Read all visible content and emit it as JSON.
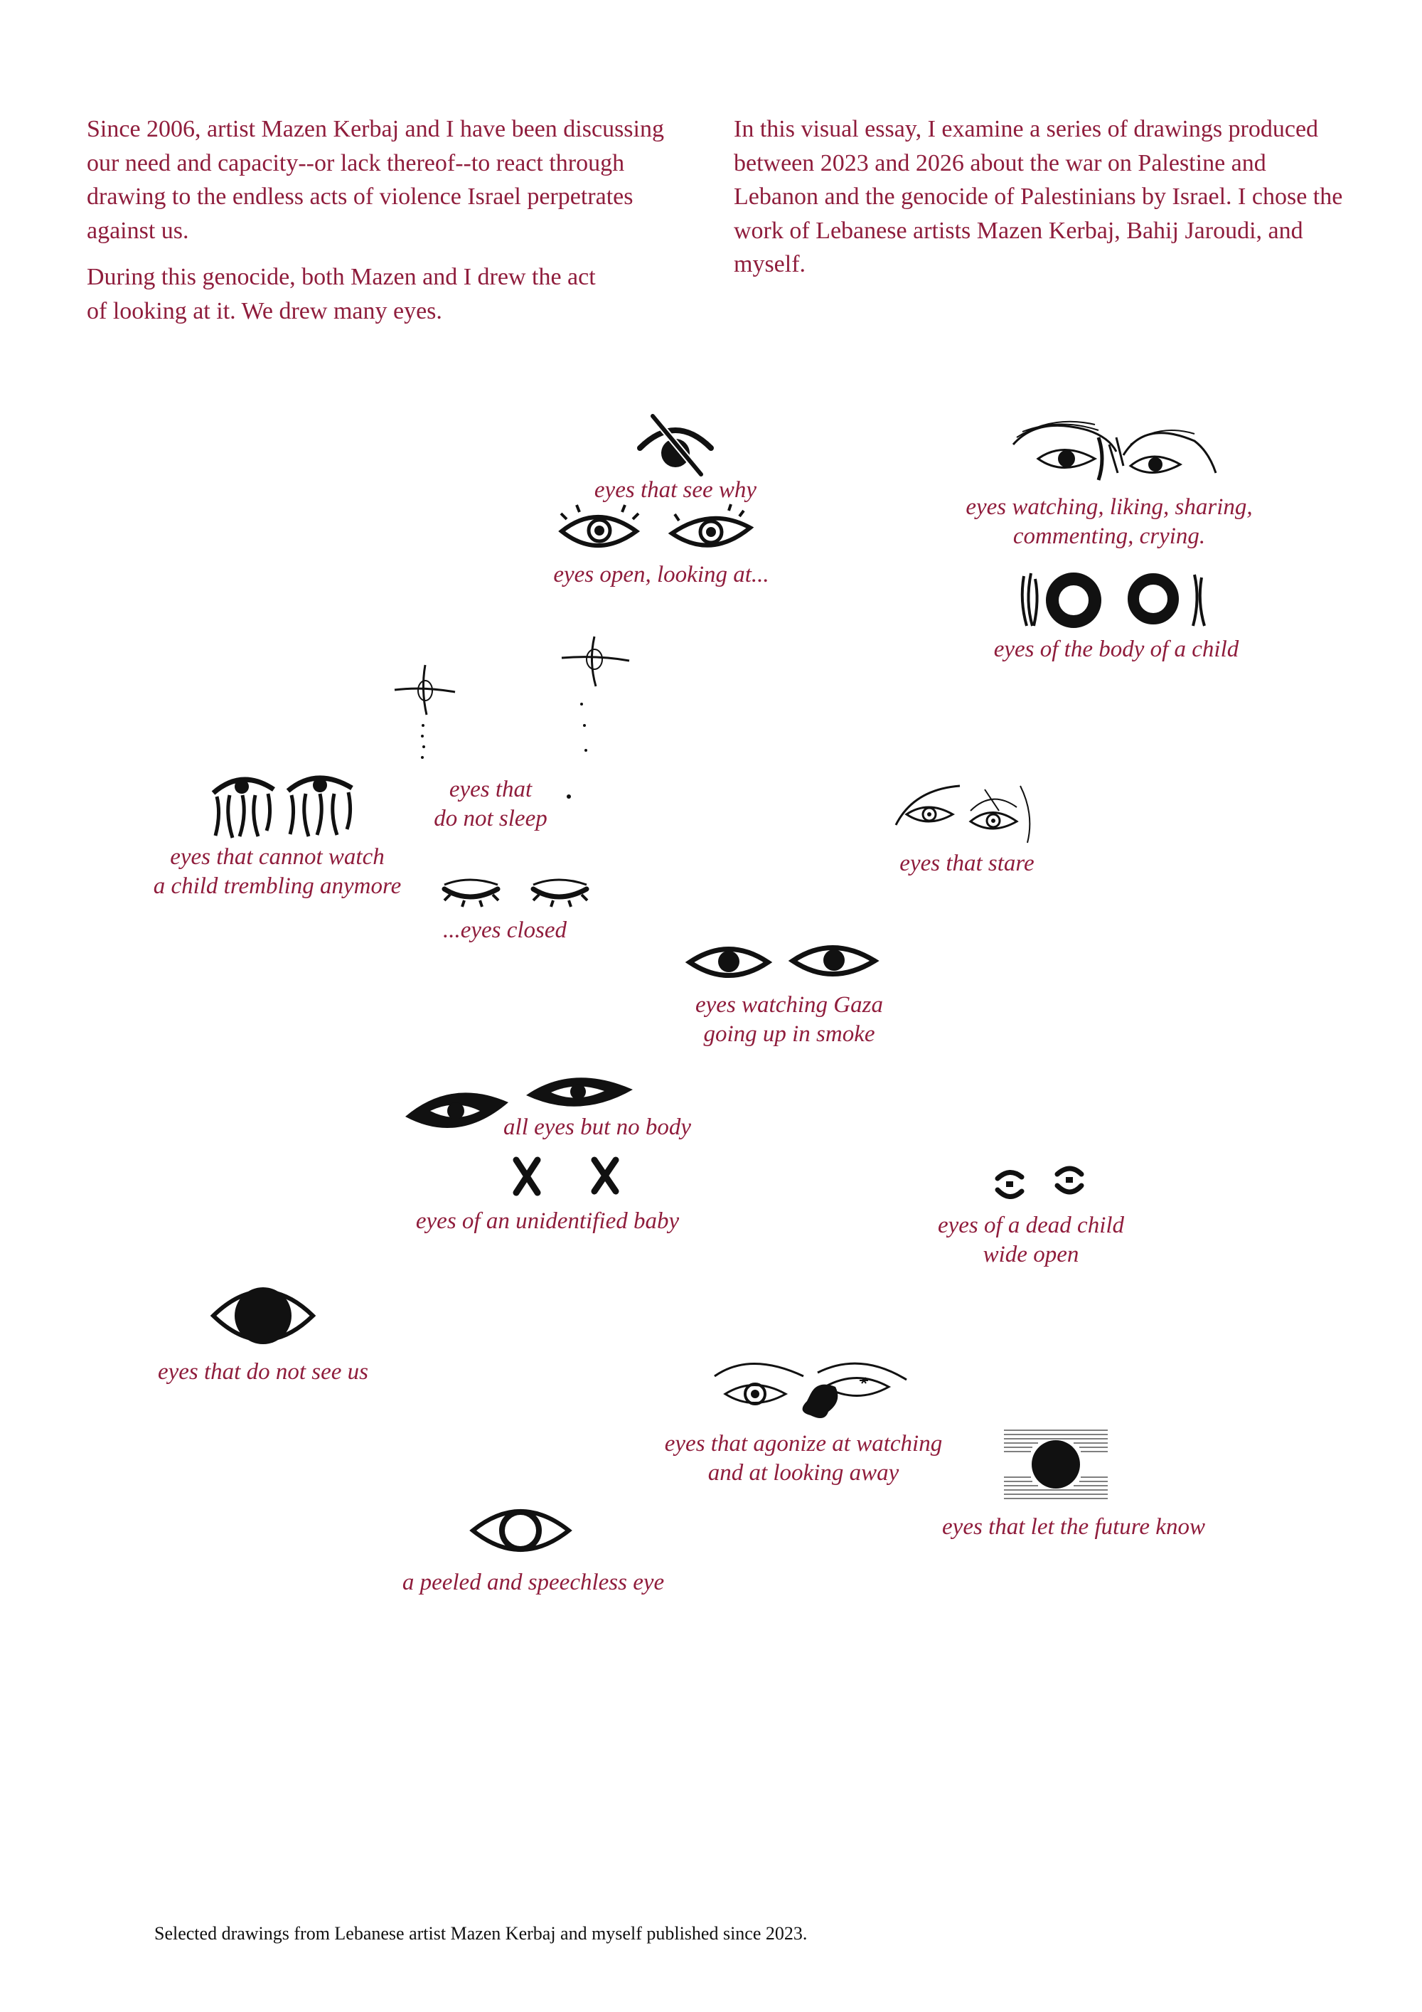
{
  "intro": {
    "left_p1": "Since 2006, artist Mazen Kerbaj and I have been discussing our need and capacity--or lack thereof--to react through drawing to the endless acts of violence Israel perpetrates against us.",
    "left_p2": "During this genocide, both Mazen and I drew the act of looking at it. We drew many eyes.",
    "right_p1": "In this visual essay, I examine a series of drawings produced between 2023 and 2026  about the war on Palestine and Lebanon and the genocide of Palestinians by Israel. I chose the work of Lebanese artists Mazen Kerbaj, Bahij Jaroudi, and myself."
  },
  "captions": {
    "see_why": "eyes that see why",
    "open_looking": "eyes open, looking at...",
    "watching_liking_1": "eyes watching, liking, sharing,",
    "watching_liking_2": "commenting, crying.",
    "body_of_child": "eyes of the body of a child",
    "not_sleep_1": "eyes that",
    "not_sleep_2": "do not sleep",
    "cannot_watch_1": "eyes that cannot watch",
    "cannot_watch_2": "a child trembling anymore",
    "stare": "eyes that stare",
    "closed": "...eyes closed",
    "gaza_1": "eyes watching Gaza",
    "gaza_2": "going up in smoke",
    "no_body": "all eyes but no body",
    "unidentified": "eyes of an unidentified baby",
    "dead_child_1": "eyes of a dead child",
    "dead_child_2": "wide open",
    "not_see_us": "eyes that do not see us",
    "agonize_1": "eyes that agonize at watching",
    "agonize_2": "and at looking away",
    "future": "eyes that let the future know",
    "peeled": "a peeled and speechless eye"
  },
  "footnote": "Selected drawings from Lebanese artist Mazen Kerbaj and myself published since 2023.",
  "colors": {
    "text_accent": "#8f1d3c",
    "ink": "#111111"
  }
}
